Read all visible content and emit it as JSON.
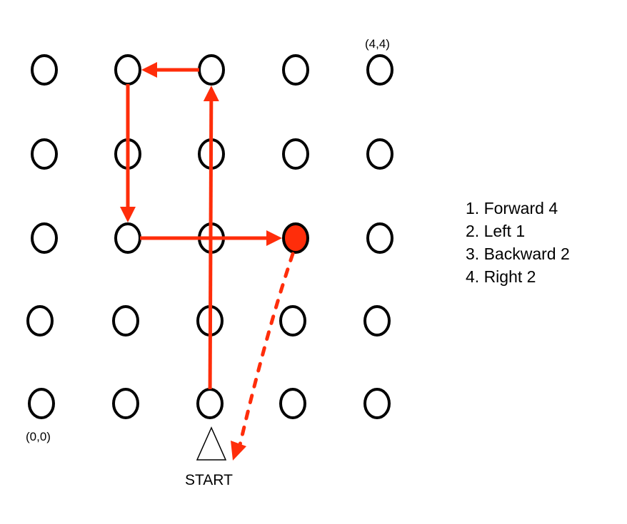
{
  "grid": {
    "columns": 5,
    "rows": 5,
    "origin_label": "(0,0)",
    "corner_label": "(4,4)",
    "start_cell": [
      2,
      0
    ],
    "end_cell": [
      3,
      2
    ],
    "node_color": "#000000",
    "end_node_fill": "#ff2d0a"
  },
  "start": {
    "label": "START"
  },
  "path": {
    "color": "#ff2d0a",
    "segments": [
      {
        "from": [
          2,
          0
        ],
        "to": [
          2,
          4
        ],
        "style": "solid"
      },
      {
        "from": [
          2,
          4
        ],
        "to": [
          1,
          4
        ],
        "style": "solid"
      },
      {
        "from": [
          1,
          4
        ],
        "to": [
          1,
          2
        ],
        "style": "solid"
      },
      {
        "from": [
          1,
          2
        ],
        "to": [
          3,
          2
        ],
        "style": "solid"
      }
    ],
    "return_segment": {
      "from": [
        3,
        2
      ],
      "to": "start",
      "style": "dashed"
    }
  },
  "instructions": [
    {
      "text": "1. Forward 4"
    },
    {
      "text": "2. Left 1"
    },
    {
      "text": "3. Backward 2"
    },
    {
      "text": "4. Right 2"
    }
  ]
}
